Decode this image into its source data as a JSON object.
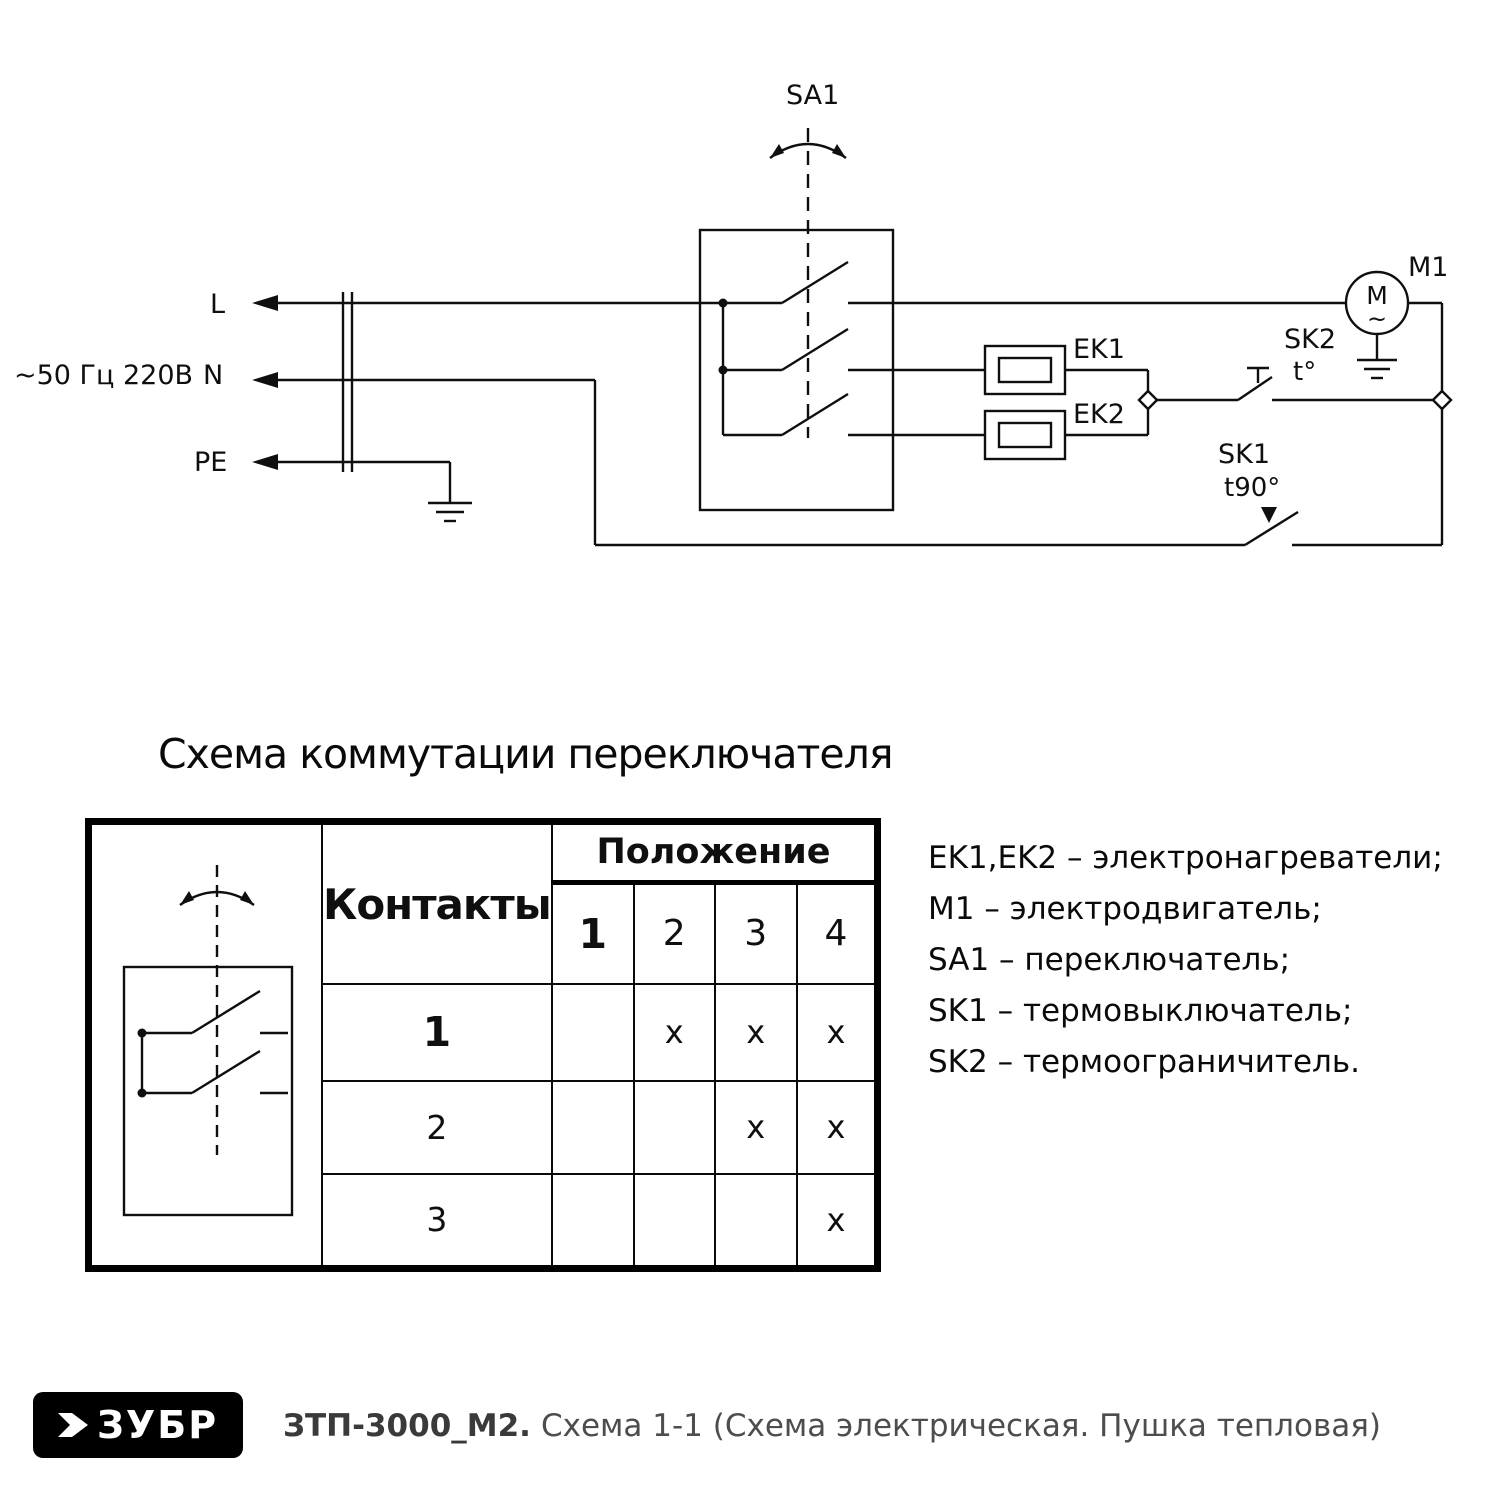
{
  "circuit": {
    "labels": {
      "sa1": "SA1",
      "power": "~50 Гц 220В",
      "line": "L",
      "neutral": "N",
      "pe": "PE",
      "ek1": "EK1",
      "ek2": "EK2",
      "sk2": "SK2",
      "sk2_temp": "t°",
      "sk1": "SK1",
      "sk1_temp": "t90°",
      "m1": "M1",
      "motor_letter": "M",
      "motor_tilde": "~"
    }
  },
  "table": {
    "title": "Схема коммутации переключателя",
    "contacts_header": "Контакты",
    "position_header": "Положение",
    "position_columns": [
      "1",
      "2",
      "3",
      "4"
    ],
    "rows": [
      {
        "contact": "1",
        "marks": [
          "",
          "x",
          "x",
          "x"
        ]
      },
      {
        "contact": "2",
        "marks": [
          "",
          "",
          "x",
          "x"
        ]
      },
      {
        "contact": "3",
        "marks": [
          "",
          "",
          "",
          "x"
        ]
      }
    ]
  },
  "legend": {
    "items": [
      "EK1,EK2 – электронагреватели;",
      "M1 – электродвигатель;",
      "SA1 – переключатель;",
      "SK1 – термовыключатель;",
      "SK2 – термоограничитель."
    ]
  },
  "footer": {
    "logo_text": "ЗУБР",
    "model": "ЗТП-3000_М2.",
    "subtitle": "Схема 1-1 (Схема электрическая. Пушка тепловая)"
  }
}
